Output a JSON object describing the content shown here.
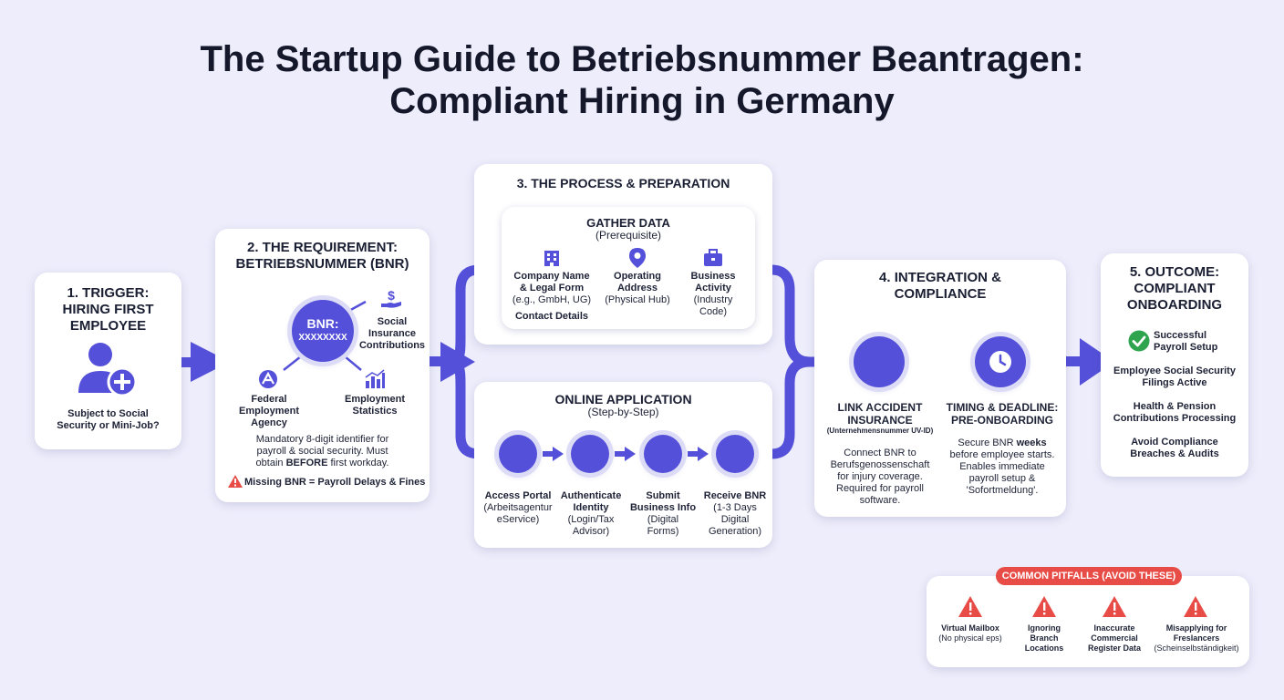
{
  "title": {
    "line1": "The Startup Guide to Betriebsnummer Beantragen:",
    "line2": "Compliant Hiring in Germany"
  },
  "step1": {
    "title": [
      "1. TRIGGER:",
      "HIRING FIRST",
      "EMPLOYEE"
    ],
    "question": [
      "Subject to Social",
      "Security or Mini-Job?"
    ]
  },
  "step2": {
    "title": [
      "2. THE REQUIREMENT:",
      "BETRIEBSNUMMER (BNR)"
    ],
    "bnr_label": "BNR:",
    "bnr_value": "XXXXXXXX",
    "agency": [
      "Federal",
      "Employment",
      "Agency"
    ],
    "social": [
      "Social",
      "Insurance",
      "Contributions"
    ],
    "stats": [
      "Employment",
      "Statistics"
    ],
    "desc": [
      "Mandatory 8-digit identifier for",
      "payroll & social security. Must"
    ],
    "desc3_pre": "obtain ",
    "desc3_bold": "BEFORE",
    "desc3_post": " first workday.",
    "warning": "Missing BNR = Payroll Delays & Fines"
  },
  "step3": {
    "title": "3. THE PROCESS & PREPARATION",
    "gather": {
      "title": "GATHER DATA",
      "subtitle": "(Prerequisite)",
      "company": [
        "Company Name",
        "& Legal Form"
      ],
      "company_sub": "(e.g., GmbH, UG)",
      "contact": "Contact Details",
      "address": [
        "Operating",
        "Address"
      ],
      "address_sub": "(Physical Hub)",
      "activity": [
        "Business",
        "Activity"
      ],
      "activity_sub": [
        "(Industry",
        "Code)"
      ]
    },
    "online": {
      "title": "ONLINE APPLICATION",
      "subtitle": "(Step-by-Step)",
      "steps": [
        {
          "title": [
            "Access Portal"
          ],
          "sub": [
            "(Arbeitsagentur",
            "eService)"
          ]
        },
        {
          "title": [
            "Authenticate",
            "Identity"
          ],
          "sub": [
            "(Login/Tax",
            "Advisor)"
          ]
        },
        {
          "title": [
            "Submit",
            "Business Info"
          ],
          "sub": [
            "(Digital",
            "Forms)"
          ]
        },
        {
          "title": [
            "Receive BNR"
          ],
          "sub": [
            "(1-3 Days",
            "Digital",
            "Generation)"
          ]
        }
      ]
    }
  },
  "step4": {
    "title": [
      "4. INTEGRATION &",
      "COMPLIANCE"
    ],
    "accident": {
      "title": [
        "LINK ACCIDENT",
        "INSURANCE"
      ],
      "sub": "(Unternehmensnummer UV-ID)",
      "desc": [
        "Connect BNR to",
        "Berufsgenossenschaft",
        "for injury coverage.",
        "Required for payroll",
        "software."
      ]
    },
    "timing": {
      "title": [
        "TIMING & DEADLINE:",
        "PRE-ONBOARDING"
      ],
      "desc1_pre": "Secure BNR ",
      "desc1_bold": "weeks",
      "desc": [
        "before employee starts.",
        "Enables immediate",
        "payroll setup &",
        "'Sofortmeldung'."
      ]
    }
  },
  "step5": {
    "title": [
      "5. OUTCOME:",
      "COMPLIANT",
      "ONBOARDING"
    ],
    "success": [
      "Successful",
      "Payroll Setup"
    ],
    "filings": [
      "Employee Social Security",
      "Filings Active"
    ],
    "health": [
      "Health & Pension",
      "Contributions Processing"
    ],
    "avoid": [
      "Avoid Compliance",
      "Breaches & Audits"
    ]
  },
  "pitfalls": {
    "header": "COMMON PITFALLS (AVOID THESE)",
    "items": [
      {
        "title": [
          "Virtual Mailbox"
        ],
        "sub": [
          "(No physical eps)"
        ]
      },
      {
        "title": [
          "Ignoring",
          "Branch",
          "Locations"
        ],
        "sub": []
      },
      {
        "title": [
          "Inaccurate",
          "Commercial",
          "Register Data"
        ],
        "sub": []
      },
      {
        "title": [
          "Misapplying for",
          "Freslancers"
        ],
        "sub": [
          "(Scheinselbständigkeit)"
        ]
      }
    ]
  },
  "colors": {
    "accent": "#5450d9",
    "background": "#ededfb",
    "warning": "#e74c46",
    "success": "#2ea44f"
  }
}
